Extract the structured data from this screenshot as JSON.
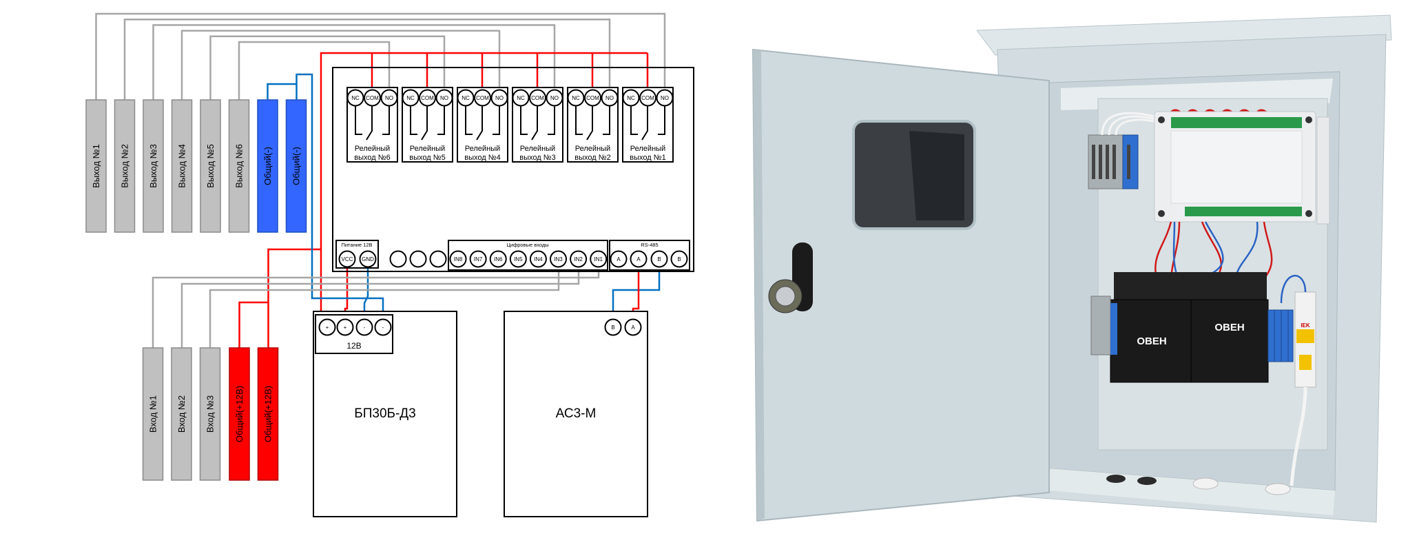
{
  "diagram": {
    "outputs": [
      "Выход №1",
      "Выход №2",
      "Выход №3",
      "Выход №4",
      "Выход №5",
      "Выход №6"
    ],
    "commons_minus": [
      "Общий(-)",
      "Общий(-)"
    ],
    "inputs": [
      "Вход №1",
      "Вход №2",
      "Вход №3"
    ],
    "commons_plus": [
      "Общий(+12В)",
      "Общий(+12В)"
    ],
    "relays": [
      {
        "line1": "Релейный",
        "line2": "выход №6",
        "terminals": [
          "NC",
          "COM",
          "NO"
        ]
      },
      {
        "line1": "Релейный",
        "line2": "выход №5",
        "terminals": [
          "NC",
          "COM",
          "NO"
        ]
      },
      {
        "line1": "Релейный",
        "line2": "выход №4",
        "terminals": [
          "NC",
          "COM",
          "NO"
        ]
      },
      {
        "line1": "Релейный",
        "line2": "выход №3",
        "terminals": [
          "NC",
          "COM",
          "NO"
        ]
      },
      {
        "line1": "Релейный",
        "line2": "выход №2",
        "terminals": [
          "NC",
          "COM",
          "NO"
        ]
      },
      {
        "line1": "Релейный",
        "line2": "выход №1",
        "terminals": [
          "NC",
          "COM",
          "NO"
        ]
      }
    ],
    "power_group": {
      "title": "Питание 12В",
      "terminals": [
        "VCC",
        "GND"
      ]
    },
    "inputs_group": {
      "title": "Цифровые входы",
      "terminals": [
        "IN8",
        "IN7",
        "IN6",
        "IN5",
        "IN4",
        "IN3",
        "IN2",
        "IN1"
      ]
    },
    "rs485_group": {
      "title": "RS-485",
      "terminals": [
        "A",
        "A",
        "B",
        "B"
      ]
    },
    "psu": {
      "name": "БП30Б-Д3",
      "group_label": "12В",
      "terminals": [
        "+",
        "+",
        "-",
        "-"
      ]
    },
    "converter": {
      "name": "АС3-М",
      "terminals": [
        "B",
        "A"
      ]
    },
    "colors": {
      "wire_gray": "#a6a6a6",
      "wire_red": "#ff0000",
      "wire_blue": "#0070c0",
      "bar_gray": "#c0c0c0",
      "bar_blue": "#3366ff",
      "bar_red": "#ff0000"
    }
  },
  "photo": {
    "logo_left": "ОВЕН",
    "logo_right": "ОВЕН",
    "breaker_brand": "IEK"
  }
}
